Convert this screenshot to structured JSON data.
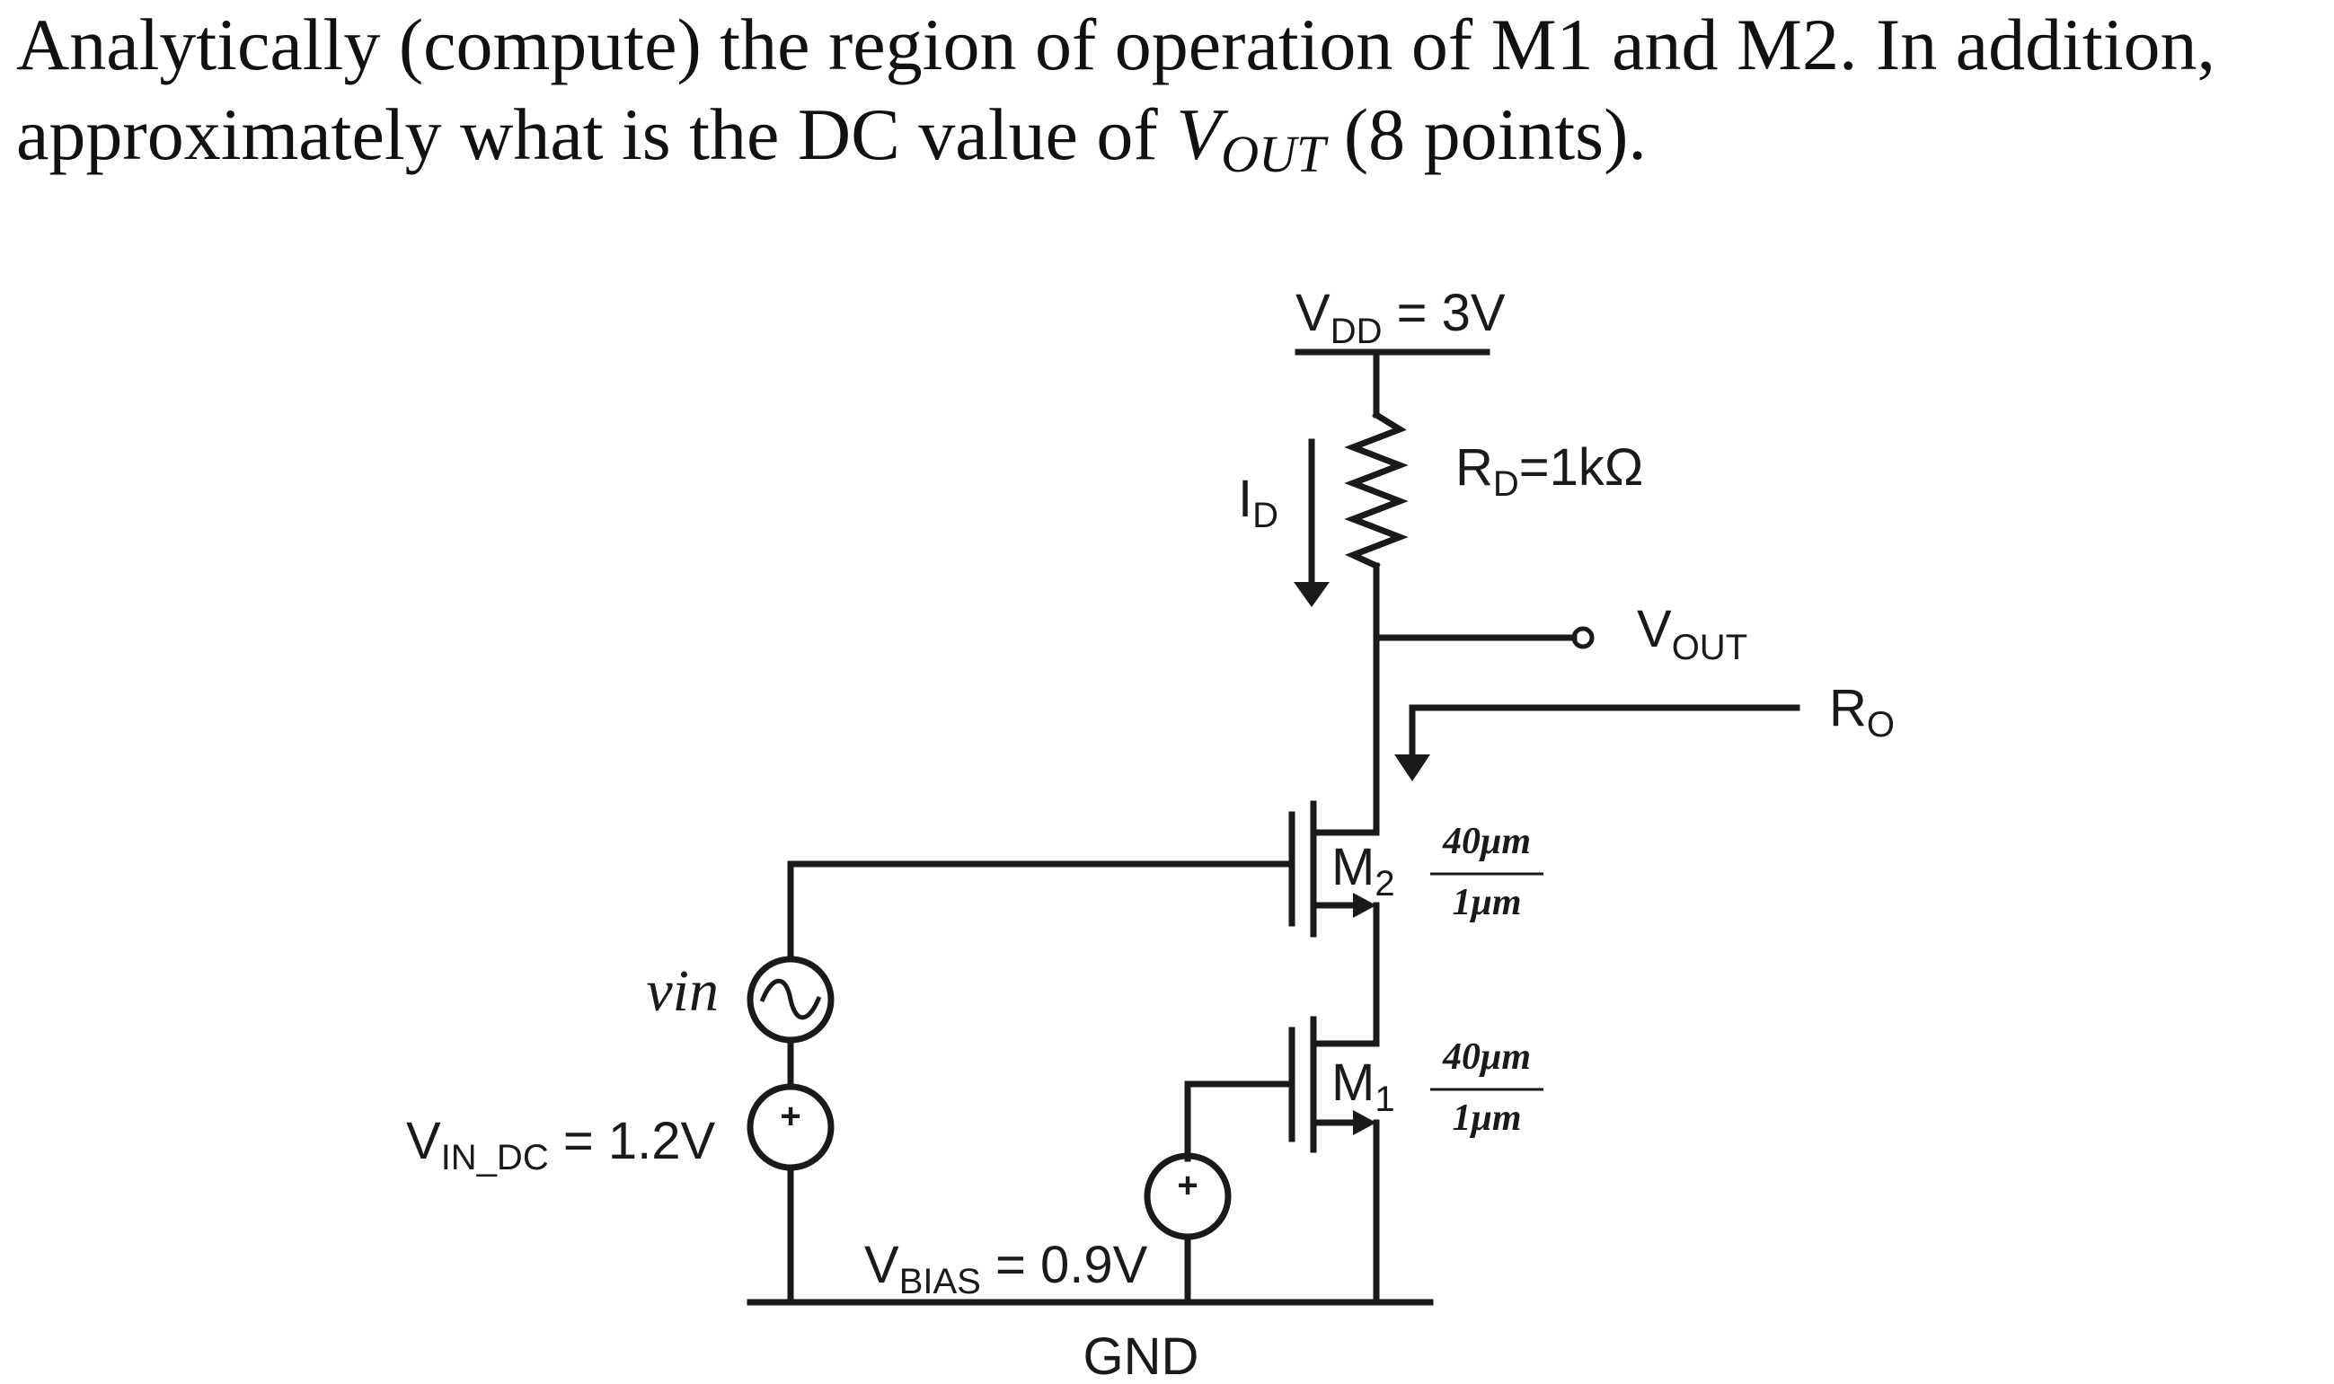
{
  "question": {
    "line1": "Analytically (compute) the region of operation of M1 and M2. In addition,",
    "line2_prefix": "approximately what is the DC value of ",
    "line2_var": "V",
    "line2_var_sub": "OUT",
    "line2_suffix": " (8 points)."
  },
  "circuit": {
    "vdd": {
      "name": "V",
      "sub": "DD",
      "value": " = 3V"
    },
    "rd": {
      "name": "R",
      "sub": "D",
      "value": "=1kΩ"
    },
    "id": {
      "name": "I",
      "sub": "D"
    },
    "vout": {
      "name": "V",
      "sub": "OUT"
    },
    "ro": {
      "name": "R",
      "sub": "O"
    },
    "m2": {
      "name": "M",
      "sub": "2",
      "w": "40μm",
      "l": "1μm"
    },
    "m1": {
      "name": "M",
      "sub": "1",
      "w": "40μm",
      "l": "1μm"
    },
    "vin_ac": "vin",
    "vin_dc": {
      "name": "V",
      "sub": "IN_DC",
      "value": " = 1.2V"
    },
    "vbias": {
      "name": "V",
      "sub": "BIAS",
      "value": " = 0.9V"
    },
    "plus": "+",
    "gnd": "GND"
  }
}
